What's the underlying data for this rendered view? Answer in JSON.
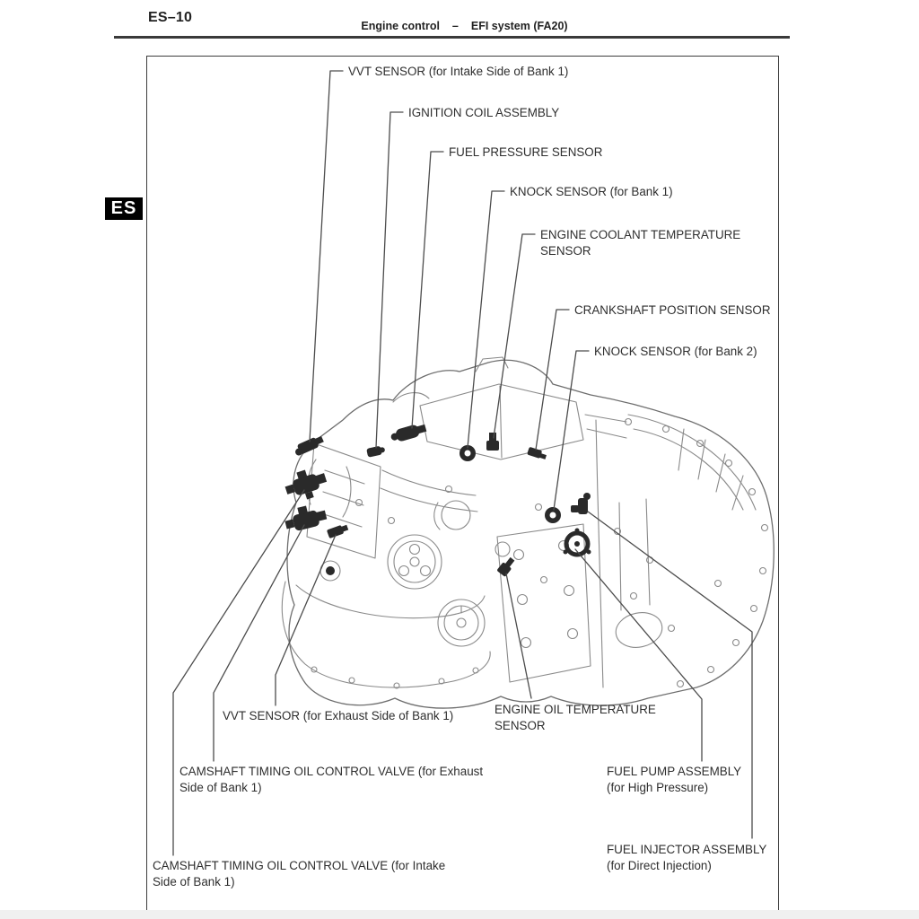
{
  "header": {
    "page_code": "ES–10",
    "section": "Engine control",
    "separator": "–",
    "subsection": "EFI system (FA20)"
  },
  "side_tab": "ES",
  "figure": {
    "description": "Engine component location line drawing (FA20 boxer engine, front-left isometric view)"
  },
  "callouts": [
    {
      "id": "vvt-sensor-intake-bank1",
      "lines": [
        "VVT SENSOR (for Intake Side of Bank 1)"
      ]
    },
    {
      "id": "ignition-coil-assembly",
      "lines": [
        "IGNITION COIL ASSEMBLY"
      ]
    },
    {
      "id": "fuel-pressure-sensor",
      "lines": [
        "FUEL PRESSURE SENSOR"
      ]
    },
    {
      "id": "knock-sensor-bank1",
      "lines": [
        "KNOCK SENSOR (for Bank 1)"
      ]
    },
    {
      "id": "engine-coolant-temperature-sensor",
      "lines": [
        "ENGINE COOLANT TEMPERATURE",
        "SENSOR"
      ]
    },
    {
      "id": "crankshaft-position-sensor",
      "lines": [
        "CRANKSHAFT POSITION SENSOR"
      ]
    },
    {
      "id": "knock-sensor-bank2",
      "lines": [
        "KNOCK SENSOR (for Bank 2)"
      ]
    },
    {
      "id": "vvt-sensor-exhaust-bank1",
      "lines": [
        "VVT SENSOR (for Exhaust Side of Bank 1)"
      ]
    },
    {
      "id": "engine-oil-temperature-sensor",
      "lines": [
        "ENGINE OIL TEMPERATURE",
        "SENSOR"
      ]
    },
    {
      "id": "camshaft-timing-ocv-exhaust-bank1",
      "lines": [
        "CAMSHAFT TIMING OIL CONTROL VALVE (for Exhaust",
        "Side of Bank 1)"
      ]
    },
    {
      "id": "fuel-pump-assembly",
      "lines": [
        "FUEL PUMP ASSEMBLY",
        "(for High Pressure)"
      ]
    },
    {
      "id": "camshaft-timing-ocv-intake-bank1",
      "lines": [
        "CAMSHAFT TIMING OIL CONTROL VALVE (for Intake",
        "Side of Bank 1)"
      ]
    },
    {
      "id": "fuel-injector-assembly",
      "lines": [
        "FUEL INJECTOR ASSEMBLY",
        "(for Direct Injection)"
      ]
    }
  ],
  "colors": {
    "ink": "#2e2e2e",
    "leader_line": "#4c4c4c",
    "line_art": "#6e6e6e",
    "tab_bg": "#000000",
    "tab_fg": "#ffffff",
    "rule": "#3a3a3a"
  }
}
